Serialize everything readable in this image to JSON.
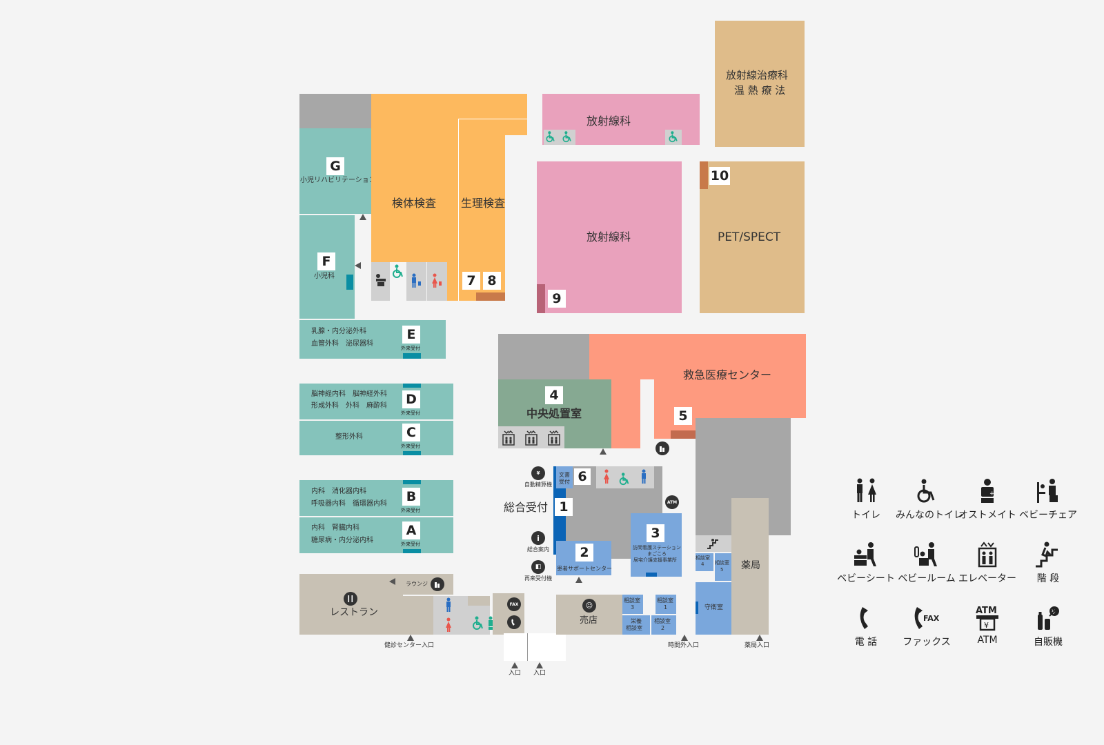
{
  "colors": {
    "teal": "#85c3bb",
    "orange": "#fdb95e",
    "pink": "#e9a1bc",
    "tan": "#dfbc8a",
    "salmon": "#fe9a7f",
    "green": "#86a992",
    "blue": "#7aa7dc",
    "grey": "#a7a7a7",
    "beige": "#c8c1b4",
    "deep_blue": "#0b64b6",
    "accent_teal": "#0a8ea3"
  },
  "rooms": {
    "radiation_therapy": [
      "放射線治療科",
      "温 熱 療 法"
    ],
    "radiology_top": "放射線科",
    "radiology_main": "放射線科",
    "pet": "PET/SPECT",
    "specimen_lab": "検体検査",
    "physio_lab": "生理検査",
    "emergency": "救急医療センター",
    "central_treatment": "中央処置室",
    "general_reception": "総合受付",
    "restaurant": "レストラン",
    "shop": "売店",
    "pharmacy": "薬局",
    "guard_room": "守衛室",
    "lounge": "ラウンジ",
    "patient_support": "患者サポートセンター",
    "visiting_nurse": [
      "訪問看護ステーション",
      "まごころ",
      "居宅介護支援事業所"
    ],
    "document_reception": [
      "文書",
      "受付"
    ],
    "auto_pay": "自動精算機",
    "info": "総合案内",
    "revisit": "再来受付機",
    "consult1": [
      "相談室",
      "1"
    ],
    "consult2": [
      "相談室",
      "2"
    ],
    "consult3": [
      "相談室",
      "3"
    ],
    "consult4": [
      "相談室",
      "4"
    ],
    "consult5": [
      "相談室",
      "5"
    ],
    "nutrition": [
      "栄養",
      "相談室"
    ]
  },
  "departments": {
    "G": {
      "letter": "G",
      "label": "小児リハビリテーション"
    },
    "F": {
      "letter": "F",
      "label": "小児科"
    },
    "E": {
      "letter": "E",
      "line1": "乳腺・内分泌外科",
      "line2": "血管外科　泌尿器科",
      "sub": "外来受付"
    },
    "D": {
      "letter": "D",
      "line1": "脳神経内科　脳神経外科",
      "line2": "形成外科　外科　麻酔科",
      "sub": "外来受付"
    },
    "C": {
      "letter": "C",
      "line1": "整形外科",
      "sub": "外来受付"
    },
    "B": {
      "letter": "B",
      "line1": "内科　消化器内科",
      "line2": "呼吸器内科　循環器内科",
      "sub": "外来受付"
    },
    "A": {
      "letter": "A",
      "line1": "内科　腎臓内科",
      "line2": "糖尿病・内分泌内科",
      "sub": "外来受付"
    }
  },
  "numbers": [
    "1",
    "2",
    "3",
    "4",
    "5",
    "6",
    "7",
    "8",
    "9",
    "10"
  ],
  "entrances": {
    "checkup": "健診センター入口",
    "main1": "入口",
    "main2": "入口",
    "after_hours": "時間外入口",
    "pharmacy": "薬局入口"
  },
  "icon_labels": {
    "fax": "FAX",
    "atm": "ATM"
  },
  "legend": [
    {
      "icon": "toilet-icon",
      "label": "トイレ"
    },
    {
      "icon": "accessible-toilet-icon",
      "label": "みんなのトイレ"
    },
    {
      "icon": "ostomate-icon",
      "label": "オストメイト"
    },
    {
      "icon": "baby-chair-icon",
      "label": "ベビーチェア"
    },
    {
      "icon": "baby-seat-icon",
      "label": "ベビーシート"
    },
    {
      "icon": "baby-room-icon",
      "label": "ベビールーム"
    },
    {
      "icon": "elevator-icon",
      "label": "エレベーター"
    },
    {
      "icon": "stairs-icon",
      "label": "階 段"
    },
    {
      "icon": "phone-icon",
      "label": "電 話"
    },
    {
      "icon": "fax-icon",
      "label": "ファックス"
    },
    {
      "icon": "atm-icon",
      "label": "ATM"
    },
    {
      "icon": "vending-icon",
      "label": "自販機"
    }
  ]
}
